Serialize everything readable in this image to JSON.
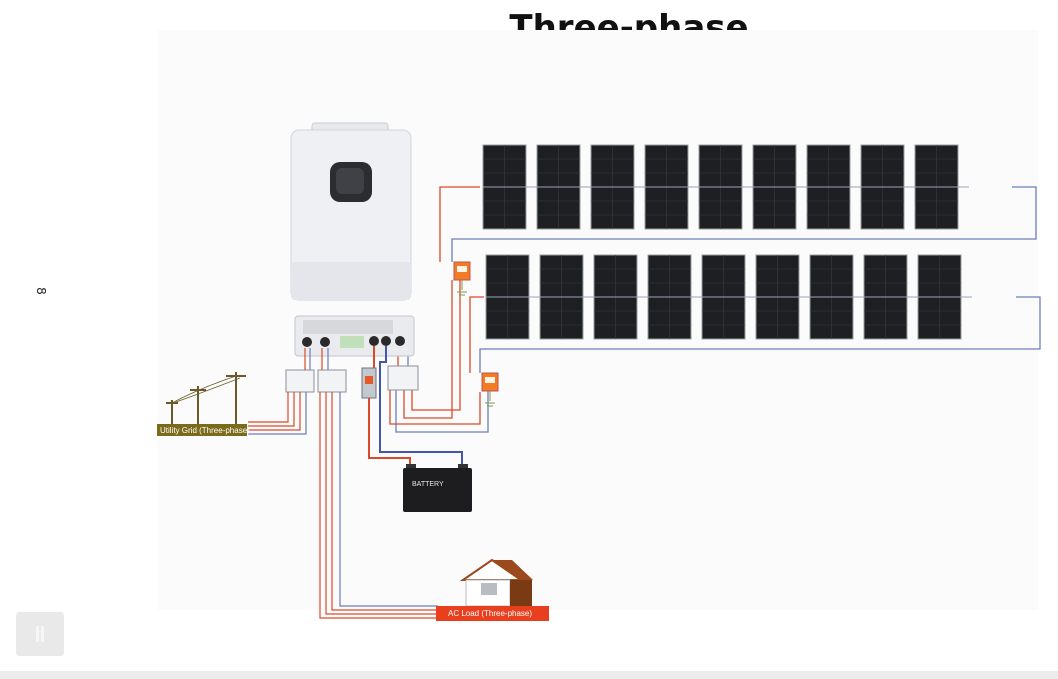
{
  "title": "Three-phase",
  "page_marker": "8",
  "labels": {
    "utility_grid_prefix": "Utility Grid",
    "utility_grid_suffix": "(Three-phase)",
    "battery": "BATTERY",
    "ac_load": "AC Load  (Three-phase)"
  },
  "solar_array": {
    "rows": 2,
    "panels_per_row": 9
  },
  "colors": {
    "live_wire": "#d94a2a",
    "neutral_wire": "#6b7fb8",
    "utility_label_bg": "#7a6a1a",
    "ac_load_label_bg": "#e8401f",
    "house_roof": "#9a4a1c",
    "panel": "#1e1f23"
  },
  "icons": {
    "corner_button": "pause-icon",
    "utility_poles": "power-pole-icon",
    "house": "house-icon"
  }
}
